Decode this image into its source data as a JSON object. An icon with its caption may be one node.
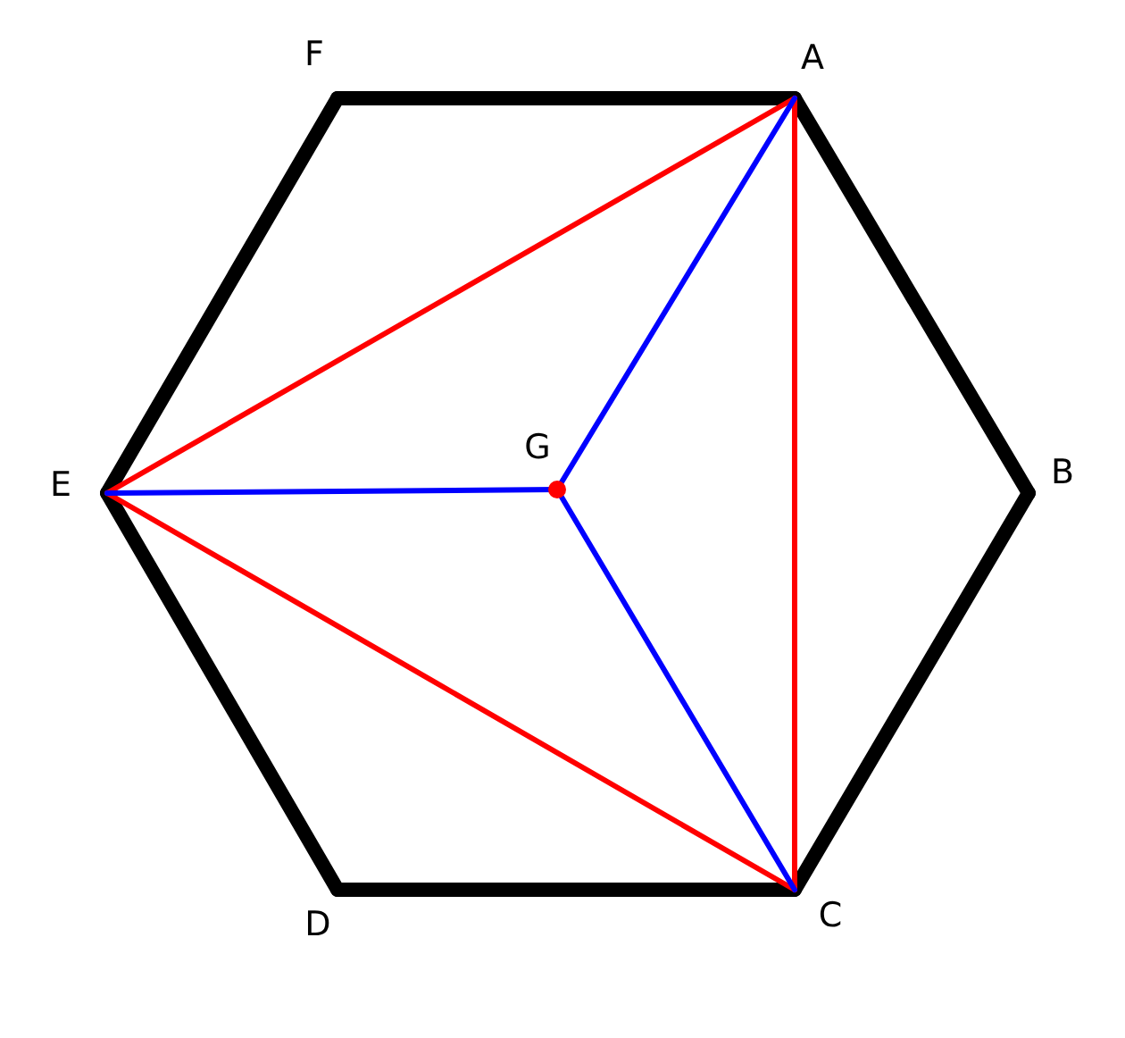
{
  "diagram": {
    "nodes": [
      {
        "text": [
          "A"
        ]
      },
      {
        "text": [
          "B"
        ]
      },
      {
        "text": [
          "C"
        ]
      },
      {
        "text": [
          "D"
        ]
      },
      {
        "text": [
          "E"
        ]
      },
      {
        "text": [
          "F"
        ]
      },
      {
        "text": [
          "G"
        ]
      }
    ],
    "edges": [
      {
        "from": 5,
        "to": 0,
        "arrow": "none",
        "style": "thick"
      },
      {
        "from": 0,
        "to": 1,
        "arrow": "none",
        "style": "thick"
      },
      {
        "from": 1,
        "to": 2,
        "arrow": "none",
        "style": "thick"
      },
      {
        "from": 2,
        "to": 3,
        "arrow": "none",
        "style": "thick"
      },
      {
        "from": 3,
        "to": 4,
        "arrow": "none",
        "style": "thick"
      },
      {
        "from": 4,
        "to": 5,
        "arrow": "none",
        "style": "thick"
      },
      {
        "from": 4,
        "to": 0,
        "arrow": "none",
        "color": "#ff0000"
      },
      {
        "from": 0,
        "to": 2,
        "arrow": "none",
        "color": "#ff0000"
      },
      {
        "from": 2,
        "to": 4,
        "arrow": "none",
        "color": "#ff0000"
      },
      {
        "from": 4,
        "to": 6,
        "arrow": "none",
        "color": "#0000ff"
      },
      {
        "from": 6,
        "to": 0,
        "arrow": "none",
        "color": "#0000ff"
      },
      {
        "from": 6,
        "to": 2,
        "arrow": "none",
        "color": "#0000ff"
      }
    ]
  }
}
